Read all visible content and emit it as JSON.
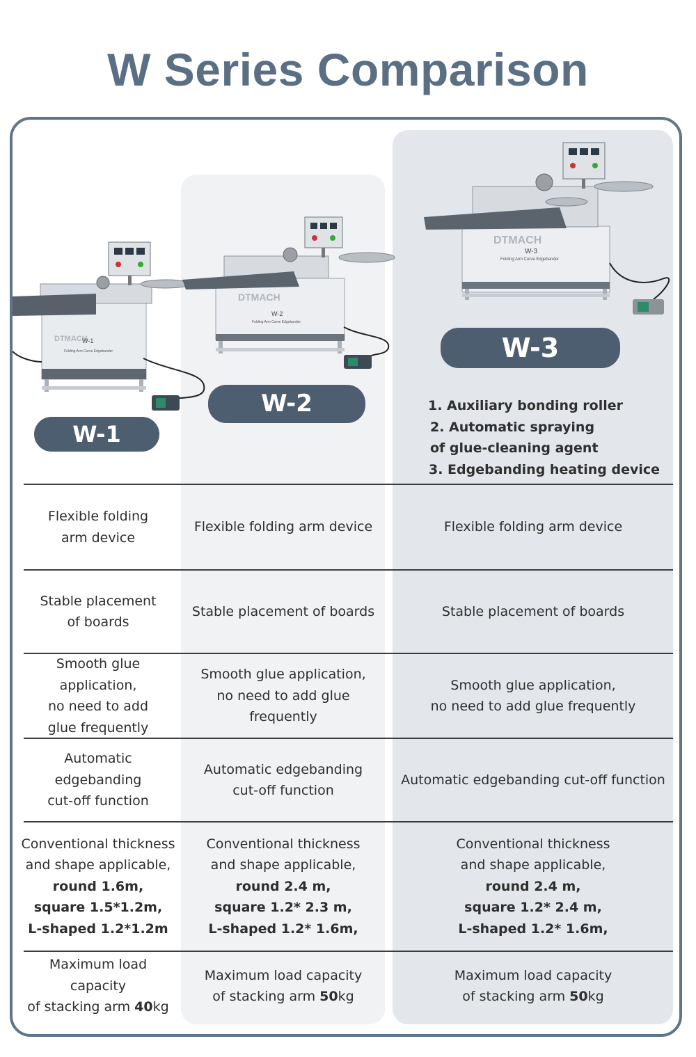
{
  "title": "W Series Comparison",
  "models": [
    {
      "name": "W-1",
      "machine_badge": "W-1",
      "brand": "DTMACH",
      "machine_caption": "Folding Arm Curve Edgebander"
    },
    {
      "name": "W-2",
      "machine_badge": "W-2",
      "brand": "DTMACH",
      "machine_caption": "Folding Arm Curve Edgebander"
    },
    {
      "name": "W-3",
      "machine_badge": "W-3",
      "brand": "DTMACH",
      "machine_caption": "Folding Arm Curve Edgebander"
    }
  ],
  "w3_features": [
    "1. Auxiliary bonding roller",
    "2. Automatic spraying",
    "of glue-cleaning agent",
    "3. Edgebanding heating device"
  ],
  "rows": {
    "folding_arm": {
      "w1": [
        "Flexible folding",
        "arm device"
      ],
      "w2": [
        "Flexible folding arm device"
      ],
      "w3": [
        "Flexible folding arm device"
      ]
    },
    "placement": {
      "w1": [
        "Stable placement",
        "of boards"
      ],
      "w2": [
        "Stable placement of boards"
      ],
      "w3": [
        "Stable placement of boards"
      ]
    },
    "glue": {
      "w1": [
        "Smooth glue application,",
        "no need to add",
        "glue frequently"
      ],
      "w2": [
        "Smooth glue application,",
        "no need to add glue frequently"
      ],
      "w3": [
        "Smooth glue application,",
        "no need to add glue frequently"
      ]
    },
    "cutoff": {
      "w1": [
        "Automatic edgebanding",
        "cut-off function"
      ],
      "w2": [
        "Automatic edgebanding",
        "cut-off function"
      ],
      "w3": [
        "Automatic edgebanding cut-off function"
      ]
    },
    "thickness": {
      "w1": {
        "intro": [
          "Conventional thickness",
          "and shape applicable,"
        ],
        "specs": [
          "round 1.6m,",
          "square 1.5*1.2m,",
          "L-shaped 1.2*1.2m"
        ]
      },
      "w2": {
        "intro": [
          "Conventional thickness",
          "and shape applicable,"
        ],
        "specs": [
          "round 2.4 m,",
          "square 1.2* 2.3 m,",
          "L-shaped 1.2* 1.6m,"
        ]
      },
      "w3": {
        "intro": [
          "Conventional thickness",
          "and shape applicable,"
        ],
        "specs": [
          "round 2.4 m,",
          "square 1.2* 2.4 m,",
          "L-shaped 1.2* 1.6m,"
        ]
      }
    },
    "load": {
      "w1": {
        "line1": "Maximum load capacity",
        "prefix": "of stacking arm ",
        "value": "40",
        "unit": "kg"
      },
      "w2": {
        "line1": "Maximum load capacity",
        "prefix": "of stacking arm ",
        "value": "50",
        "unit": "kg"
      },
      "w3": {
        "line1": "Maximum load capacity",
        "prefix": "of stacking arm ",
        "value": "50",
        "unit": "kg"
      }
    }
  },
  "colors": {
    "title": "#5a6f84",
    "frame": "#5f7589",
    "pill": "#4d5e71",
    "w2_column": "#f1f2f4",
    "w3_column": "#e3e6ea"
  }
}
